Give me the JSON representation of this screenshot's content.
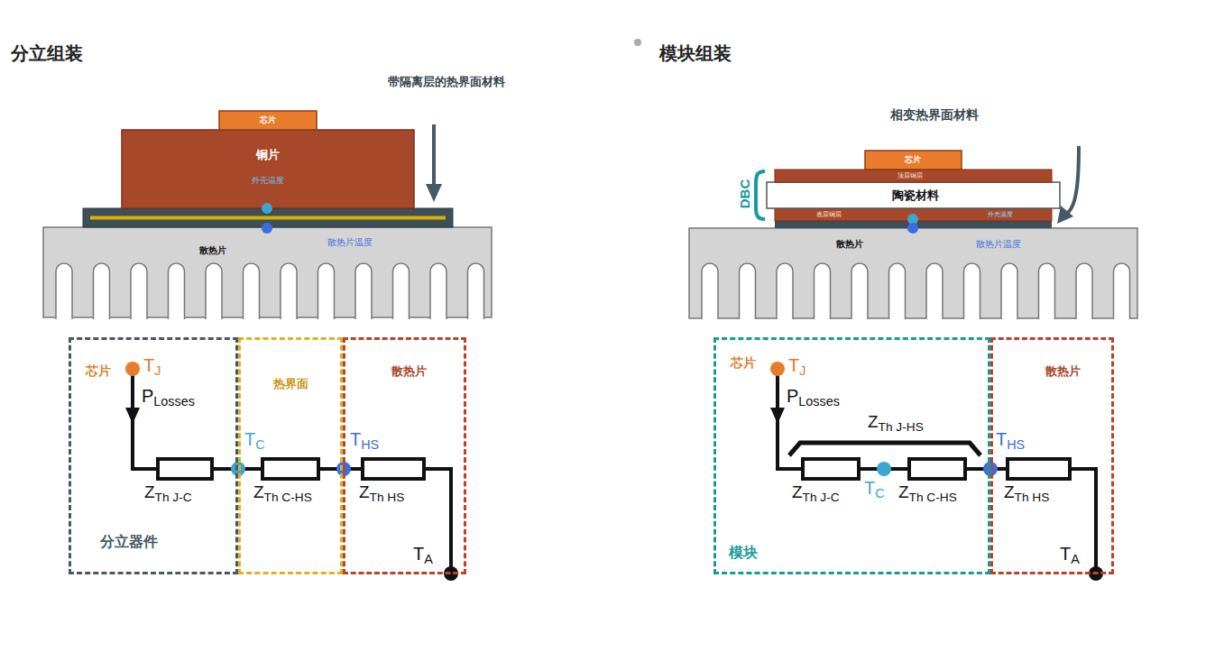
{
  "diagram": {
    "nodes": [
      {
        "text": [
          "芯片"
        ]
      },
      {
        "text": [
          "铜片",
          "外壳温度"
        ]
      },
      {
        "text": [
          "散热片",
          "散热片温度"
        ]
      },
      {
        "text": [
          "芯片",
          "分立器件"
        ]
      },
      {
        "text": [
          "热界面"
        ]
      },
      {
        "text": [
          "散热片"
        ]
      },
      {
        "text": [
          "芯片"
        ]
      },
      {
        "text": [
          "顶层铜层"
        ]
      },
      {
        "text": [
          "陶瓷材料"
        ]
      },
      {
        "text": [
          "底层铜层",
          "外壳温度"
        ]
      },
      {
        "text": [
          "散热片",
          "散热片温度"
        ]
      },
      {
        "text": [
          "芯片",
          "模块"
        ]
      },
      {
        "text": [
          "散热片"
        ]
      }
    ],
    "labels": [
      "分立组装",
      "带隔离层的热界面材料",
      "TJ",
      "PLosses",
      "ZTh J-C",
      "TC",
      "ZTh C-HS",
      "THS",
      "ZTh HS",
      "TA",
      "模块组装",
      "相变热界面材料",
      "DBC",
      "TJ",
      "PLosses",
      "ZTh J-HS",
      "ZTh J-C",
      "TC",
      "ZTh C-HS",
      "THS",
      "ZTh HS",
      "TA"
    ]
  }
}
